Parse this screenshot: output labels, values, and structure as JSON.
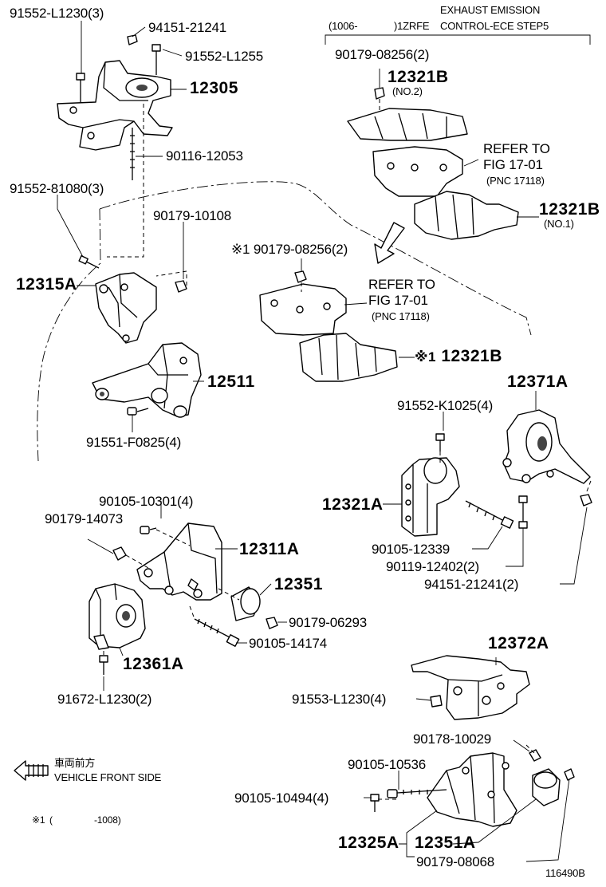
{
  "header": {
    "exhaust": "EXHAUST EMISSION",
    "range_start": "(1006-",
    "engine": ")1ZRFE",
    "ece": "CONTROL-ECE STEP5"
  },
  "labels": {
    "p_91552_L1230": "91552-L1230(3)",
    "p_94151_21241_top": "94151-21241",
    "p_91552_L1255": "91552-L1255",
    "p_12305": "12305",
    "p_90116_12053": "90116-12053",
    "p_91552_81080": "91552-81080(3)",
    "p_90179_10108": "90179-10108",
    "p_12315A": "12315A",
    "p_90179_08256_mid": "90179-08256(2)",
    "p_12511": "12511",
    "p_91551_F0825": "91551-F0825(4)",
    "p_90179_08256_top": "90179-08256(2)",
    "p_12321B_top": "12321B",
    "p_no2": "(NO.2)",
    "p_refer1": "REFER TO",
    "p_fig1": "FIG 17-01",
    "p_pnc1": "(PNC 17118)",
    "p_12321B_right": "12321B",
    "p_no1": "(NO.1)",
    "p_refer2": "REFER TO",
    "p_fig2": "FIG 17-01",
    "p_pnc2": "(PNC 17118)",
    "p_12321B_mid": "12321B",
    "p_12371A": "12371A",
    "p_91552_K1025": "91552-K1025(4)",
    "p_12321A": "12321A",
    "p_90105_12339": "90105-12339",
    "p_90119_12402": "90119-12402(2)",
    "p_94151_21241_right": "94151-21241(2)",
    "p_90105_10301": "90105-10301(4)",
    "p_90179_14073": "90179-14073",
    "p_12311A": "12311A",
    "p_12351": "12351",
    "p_90179_06293": "90179-06293",
    "p_90105_14174": "90105-14174",
    "p_12361A": "12361A",
    "p_91672_L1230": "91672-L1230(2)",
    "p_12372A": "12372A",
    "p_91553_L1230": "91553-L1230(4)",
    "p_90178_10029": "90178-10029",
    "p_90105_10536": "90105-10536",
    "p_90105_10494": "90105-10494(4)",
    "p_12325A": "12325A",
    "p_12351A": "12351A",
    "p_90179_08068": "90179-08068"
  },
  "marks": {
    "note_mark": "※1",
    "note_mark_mid": "※1",
    "note_mark_right": "※1"
  },
  "legend": {
    "front_jp": "車両前方",
    "front_en": "VEHICLE FRONT SIDE",
    "note_mark": "※1",
    "note_open": "(",
    "note_range": "-1008)"
  },
  "figure_id": "116490B",
  "colors": {
    "ink": "#000000",
    "paper": "#ffffff"
  }
}
